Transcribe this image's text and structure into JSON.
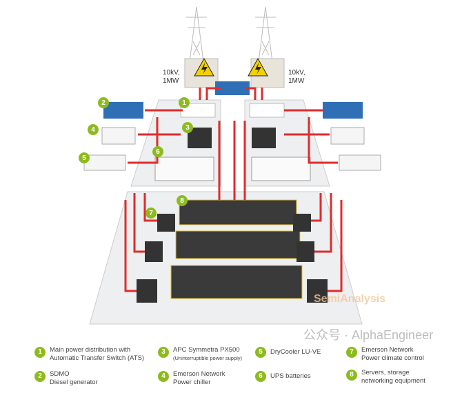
{
  "transformer_labels": [
    "10kV,\n1MW",
    "10kV,\n1MW"
  ],
  "badges": [
    "1",
    "2",
    "3",
    "4",
    "5",
    "6",
    "7",
    "8"
  ],
  "legend": [
    {
      "num": "1",
      "line1": "Main power distribution with",
      "line2": "Automatic Transfer Switch (ATS)"
    },
    {
      "num": "2",
      "line1": "SDMO",
      "line2": "Diesel generator"
    },
    {
      "num": "3",
      "line1": "APC Symmetra PX500",
      "line2": "(Uninterruptible power supply)"
    },
    {
      "num": "4",
      "line1": "Emerson Network",
      "line2": "Power chiller"
    },
    {
      "num": "5",
      "line1": "DryCooler LU-VE",
      "line2": ""
    },
    {
      "num": "6",
      "line1": "UPS batteries",
      "line2": ""
    },
    {
      "num": "7",
      "line1": "Emerson Network",
      "line2": "Power climate control"
    },
    {
      "num": "8",
      "line1": "Servers, storage",
      "line2": "networking equipment"
    }
  ],
  "watermarks": {
    "semianalysis": "SemiAnalysis",
    "wechat": "公众号 · AlphaEngineer"
  },
  "colors": {
    "badge": "#8dbb1f",
    "cable": "#e02b2b",
    "generator": "#2f6fb6",
    "warning": "#f4d000"
  }
}
